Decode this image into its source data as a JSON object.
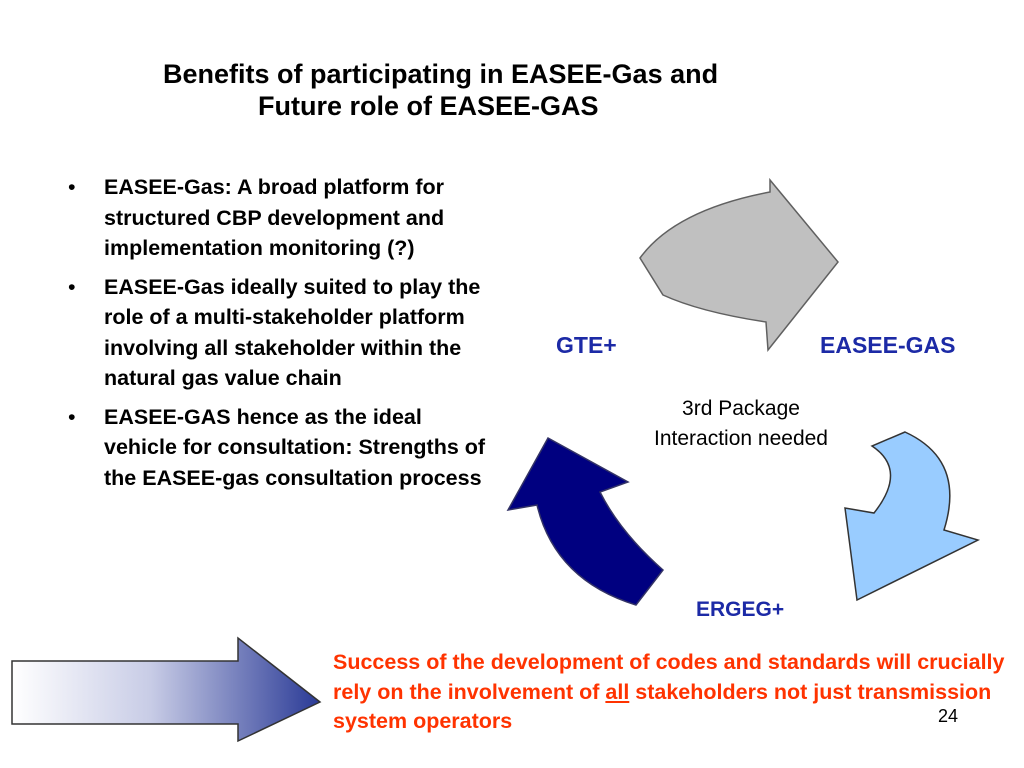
{
  "slide": {
    "title_line1": "Benefits of participating in EASEE-Gas and",
    "title_line2": "Future role of EASEE-GAS",
    "bullets": [
      "EASEE-Gas: A broad platform for structured CBP development and implementation monitoring (?)",
      "EASEE-Gas ideally suited to play the role of a multi-stakeholder platform involving all stakeholder within the natural gas value chain",
      "EASEE-GAS hence as the ideal vehicle for consultation: Strengths of the EASEE-gas consultation process"
    ],
    "bullet_char": "•",
    "cycle": {
      "label_left": "GTE+",
      "label_right": "EASEE-GAS",
      "label_bottom": "ERGEG+",
      "center_line1": "3rd Package",
      "center_line2": "Interaction needed",
      "arrow_colors": {
        "top": "#c0c0c0",
        "right": "#99ccff",
        "left": "#000080"
      },
      "label_color": "#1c2aa6"
    },
    "success": {
      "part1": "Success of the development of codes and standards will crucially rely on the involvement of ",
      "emphasis": "all",
      "part2": " stakeholders not just transmission system operators",
      "color": "#ff3300"
    },
    "page_number": "24"
  }
}
